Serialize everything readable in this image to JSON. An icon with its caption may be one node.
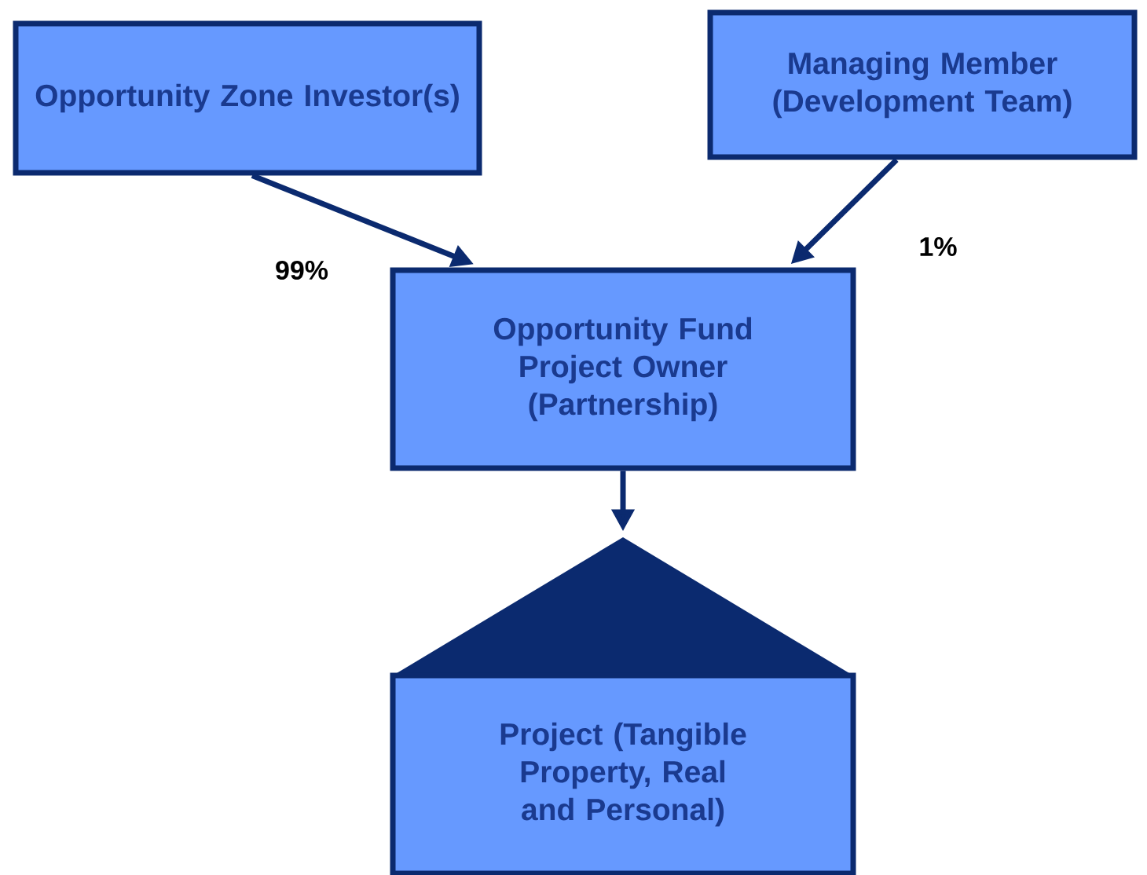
{
  "diagram": {
    "nodes": [
      {
        "text": [
          "Opportunity Zone Investor(s)"
        ]
      },
      {
        "text": [
          "Managing Member (Development Team)"
        ]
      },
      {
        "text": [
          "Opportunity Fund Project Owner (Partnership)"
        ]
      },
      {
        "text": [
          "Project (Tangible Property, Real and Personal)"
        ]
      }
    ],
    "edges": [
      {
        "from": 0,
        "to": 2,
        "arrow": "to",
        "label": "99%"
      },
      {
        "from": 1,
        "to": 2,
        "arrow": "to",
        "label": "1%"
      },
      {
        "from": 2,
        "to": 3,
        "arrow": "to"
      }
    ]
  }
}
